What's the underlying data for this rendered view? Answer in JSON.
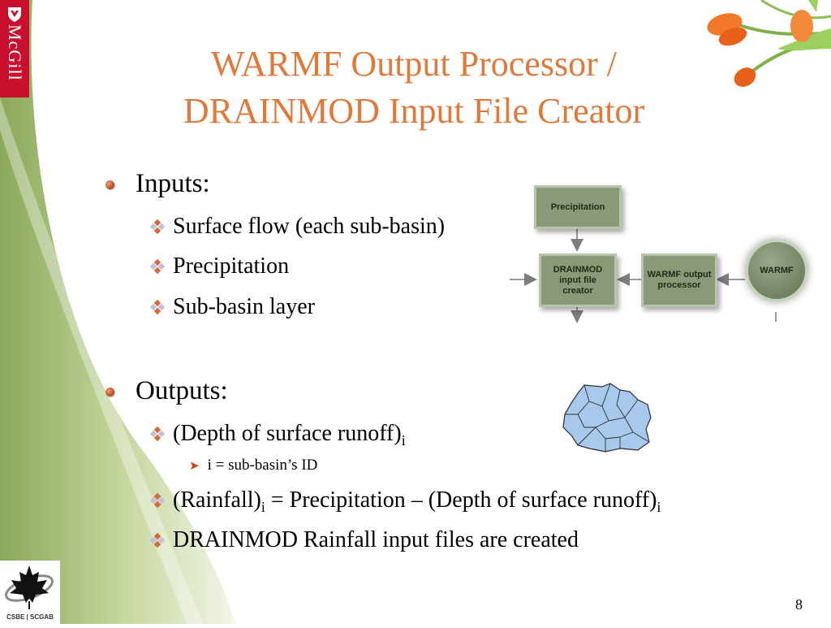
{
  "slide": {
    "title_line1": "WARMF Output Processor /",
    "title_line2": "DRAINMOD Input File Creator",
    "page_number": "8",
    "logo_text": "McGill",
    "footer_logo_text": "CSBE | SCGAB",
    "colors": {
      "title": "#e07a3c",
      "accent_red": "#c8102e",
      "box": "#8a9a78",
      "map": "#a8c8ec"
    }
  },
  "content": {
    "inputs_heading": "Inputs:",
    "inputs": [
      "Surface flow (each sub-basin)",
      "Precipitation",
      "Sub-basin layer"
    ],
    "outputs_heading": "Outputs:",
    "output1_text": "(Depth of surface runoff)",
    "output1_sub": "i",
    "output1_note": "i = sub-basin’s ID",
    "output2_a": "(Rainfall)",
    "output2_sub1": "i",
    "output2_b": " = Precipitation – (Depth of surface runoff)",
    "output2_sub2": "i",
    "output3": "DRAINMOD  Rainfall input files are created"
  },
  "diagram": {
    "precip": "Precipitation",
    "drainmod_l1": "DRAINMOD",
    "drainmod_l2": "input file",
    "drainmod_l3": "creator",
    "processor_l1": "WARMF output",
    "processor_l2": "processor",
    "warmf": "WARMF"
  }
}
